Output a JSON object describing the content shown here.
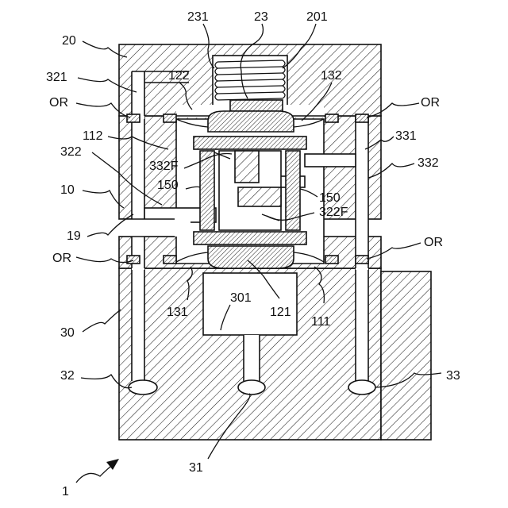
{
  "figure_number": "1",
  "labels": {
    "l231": "231",
    "l23": "23",
    "l201": "201",
    "l20": "20",
    "l122": "122",
    "l132": "132",
    "l321": "321",
    "or_top_left": "OR",
    "or_top_right": "OR",
    "l112": "112",
    "l331": "331",
    "l322": "322",
    "l332F": "332F",
    "l332": "332",
    "l150_left": "150",
    "l10": "10",
    "l150_right": "150",
    "l322F": "322F",
    "l19": "19",
    "or_bottom_left": "OR",
    "or_bottom_right": "OR",
    "l131": "131",
    "l301": "301",
    "l121": "121",
    "l111": "111",
    "l30": "30",
    "l32": "32",
    "l33": "33",
    "l31": "31"
  }
}
